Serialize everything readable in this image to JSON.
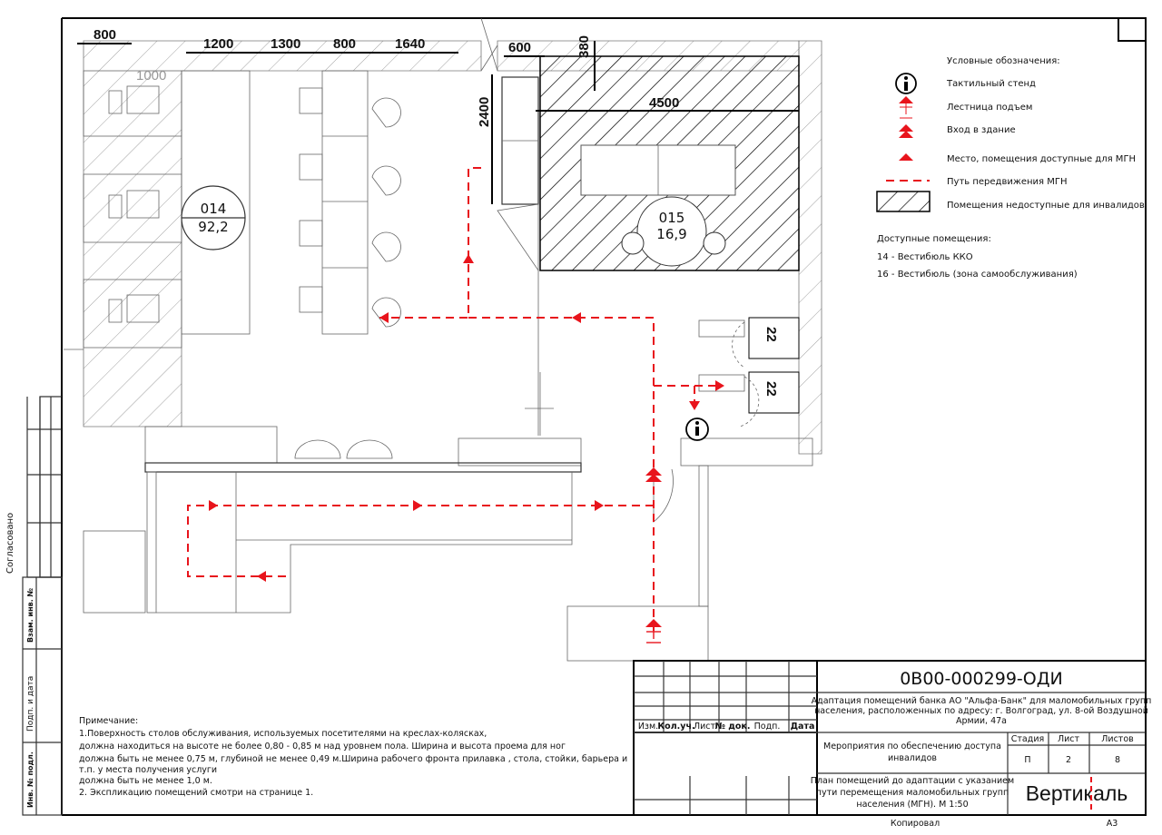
{
  "dimensions": {
    "top": [
      "800",
      "1200",
      "1300",
      "800",
      "1640",
      "600",
      "380"
    ],
    "inner": [
      "1000",
      "2400",
      "4500"
    ]
  },
  "rooms": [
    {
      "number": "014",
      "area": "92,2"
    },
    {
      "number": "015",
      "area": "16,9"
    }
  ],
  "atm_labels": [
    "22",
    "22"
  ],
  "legend": {
    "title": "Условные обозначения:",
    "items": [
      {
        "icon": "tactile-stand-icon",
        "label": "Тактильный стенд"
      },
      {
        "icon": "stair-lift-icon",
        "label": "Лестница подъем"
      },
      {
        "icon": "building-entrance-icon",
        "label": "Вход в здание"
      },
      {
        "icon": "accessible-place-icon",
        "label": "Место, помещения доступные для МГН"
      },
      {
        "icon": "route-line-icon",
        "label": "Путь передвижения МГН"
      },
      {
        "icon": "hatch-icon",
        "label": "Помещения недоступные для инвалидов"
      }
    ],
    "accessible_title": "Доступные помещения:",
    "accessible_rooms": [
      "14 - Вестибюль ККО",
      "16 - Вестибюль (зона самообслуживания)"
    ]
  },
  "notes": {
    "title": "Примечание:",
    "lines": [
      "1.Поверхность столов  обслуживания, используемых посетителями на креслах-колясках,",
      "должна находиться на высоте не более 0,80 - 0,85 м над уровнем пола. Ширина и высота проема для ног",
      "должна быть не менее 0,75 м, глубиной не менее 0,49 м.Ширина рабочего фронта прилавка , стола, стойки, барьера и",
      "т.п. у места получения услуги",
      "должна быть не менее 1,0 м.",
      "2. Экспликацию помещений смотри на странице 1."
    ]
  },
  "side_stamp": {
    "agreed": "Согласовано",
    "labels": [
      "Взам. инв. №",
      "Подп. и дата",
      "Инв. № подл."
    ]
  },
  "title_block": {
    "code": "0В00-000299-ОДИ",
    "project": [
      "Адаптация помещений банка АО \"Альфа-Банк\" для маломобильных групп",
      "населения, расположенных по адресу: г. Волгоград, ул. 8-ой Воздушной",
      "Армии, 47а"
    ],
    "columns": [
      "Изм.",
      "Кол.уч.",
      "Лист",
      "№ док.",
      "Подп.",
      "Дата"
    ],
    "section": [
      "Мероприятия по обеспечению доступа",
      "инвалидов"
    ],
    "stage_label": "Стадия",
    "sheet_label": "Лист",
    "sheets_label": "Листов",
    "stage": "П",
    "sheet": "2",
    "sheets": "8",
    "drawing": [
      "План помещений до адаптации с указанием",
      "пути перемещения маломобильных групп",
      "населения (МГН).  М 1:50"
    ],
    "company": "Вертикаль",
    "copied": "Копировал",
    "format": "А3"
  },
  "colors": {
    "route": "#e8141c",
    "lines": "#000000"
  }
}
